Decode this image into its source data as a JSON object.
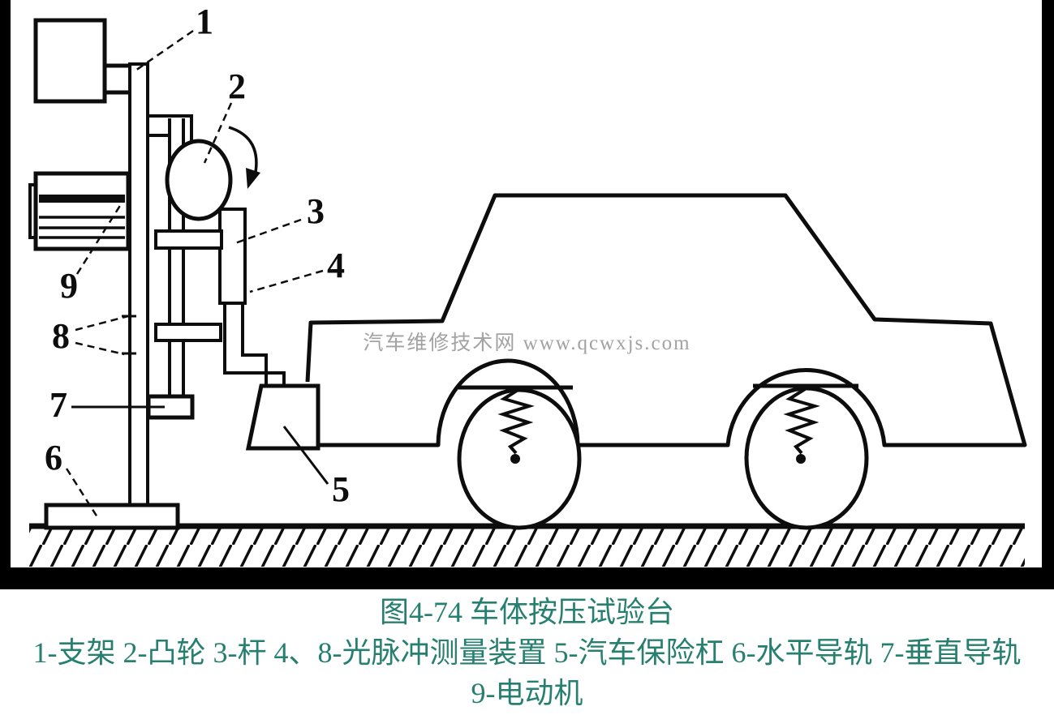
{
  "figure": {
    "watermark": "汽车维修技术网 www.qcwxjs.com",
    "caption": {
      "title": "图4-74 车体按压试验台",
      "legend_line1": "1-支架 2-凸轮 3-杆 4、8-光脉冲测量装置 5-汽车保险杠 6-水平导轨 7-垂直导轨",
      "legend_line2": "9-电动机"
    },
    "part_labels": {
      "n1": "1",
      "n2": "2",
      "n3": "3",
      "n4": "4",
      "n5": "5",
      "n6": "6",
      "n7": "7",
      "n8": "8",
      "n9": "9"
    },
    "colors": {
      "ink": "#0d0d0d",
      "caption_teal": "#27806f",
      "watermark_gray": "#a2a2a2",
      "paper": "#ffffff",
      "scan_border": "#000000"
    }
  }
}
